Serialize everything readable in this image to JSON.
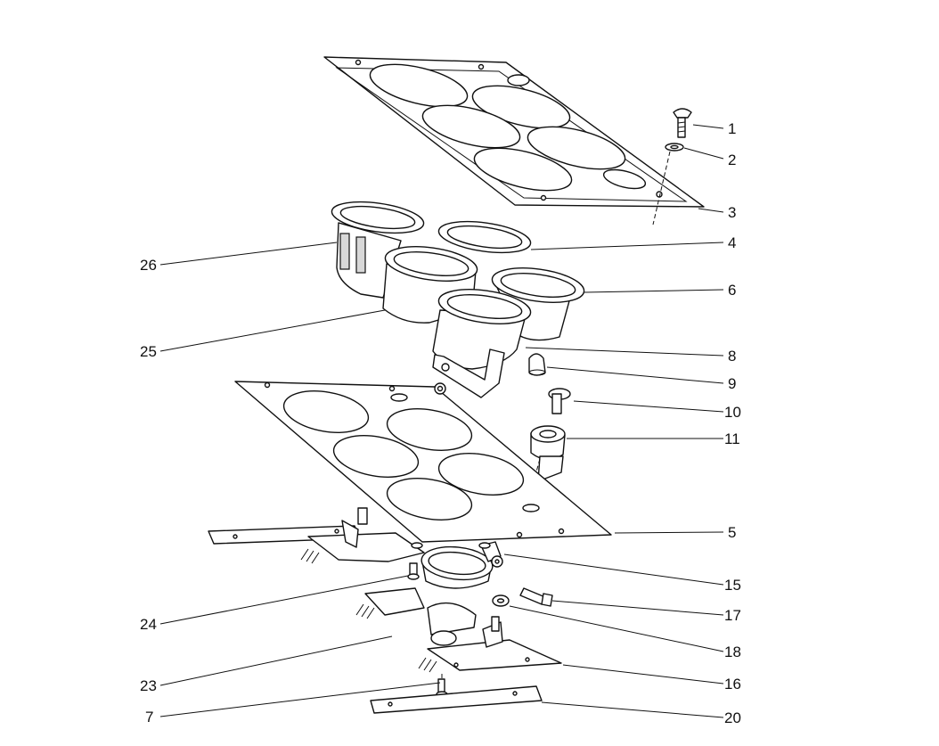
{
  "callouts": [
    {
      "id": "1",
      "text": "1"
    },
    {
      "id": "2",
      "text": "2"
    },
    {
      "id": "3",
      "text": "3"
    },
    {
      "id": "4",
      "text": "4"
    },
    {
      "id": "6",
      "text": "6"
    },
    {
      "id": "8",
      "text": "8"
    },
    {
      "id": "9",
      "text": "9"
    },
    {
      "id": "10",
      "text": "10"
    },
    {
      "id": "11",
      "text": "11"
    },
    {
      "id": "5",
      "text": "5"
    },
    {
      "id": "15",
      "text": "15"
    },
    {
      "id": "17",
      "text": "17"
    },
    {
      "id": "18",
      "text": "18"
    },
    {
      "id": "16",
      "text": "16"
    },
    {
      "id": "20",
      "text": "20"
    },
    {
      "id": "26",
      "text": "26"
    },
    {
      "id": "25",
      "text": "25"
    },
    {
      "id": "24",
      "text": "24"
    },
    {
      "id": "23",
      "text": "23"
    },
    {
      "id": "7",
      "text": "7"
    }
  ]
}
